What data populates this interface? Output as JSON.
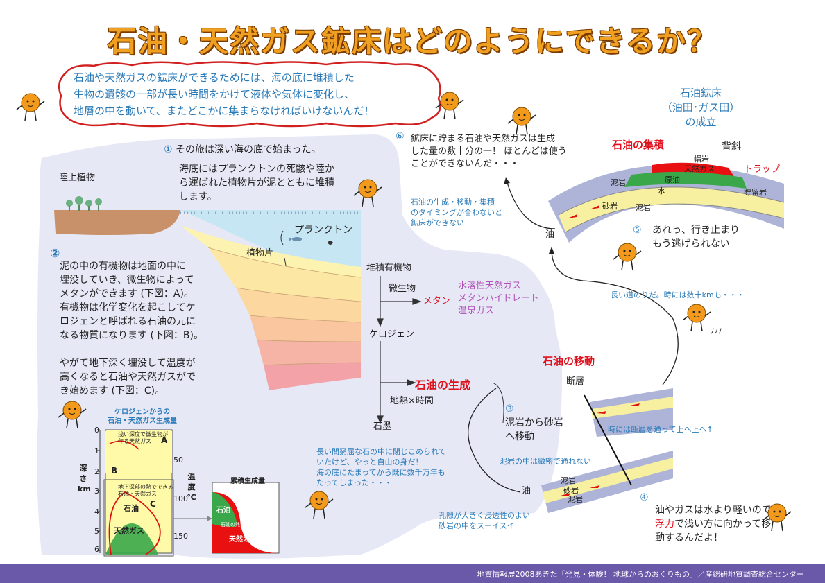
{
  "title": "石油・天然ガス鉱床はどのようにできるか？",
  "intro": "石油や天然ガスの鉱床ができるためには、海の底に堆積した\n生物の遺骸の一部が長い時間をかけて液体や気体に変化し、\n地層の中を動いて、またどこかに集まらなければいけないんだ！",
  "steps": {
    "s1_num": "①",
    "s1_title": "その旅は深い海の底で始まった。",
    "s1_body": "海底にはプランクトンの死骸や陸か\nら運ばれた植物片が泥とともに堆積\nします。",
    "s2_num": "②",
    "s2_body": "泥の中の有機物は地面の中に\n埋没していき、微生物によって\nメタンができます (下図：A)。\n有機物は化学変化を起こしてケ\nロジェンと呼ばれる石油の元に\nなる物質になります (下図：B)。\n\nやがて地下深く埋没して温度が\n高くなると石油や天然ガスがで\nき始めます (下図：C)。",
    "s3_num": "③",
    "s3_body": "泥岩から砂岩\nへ移動",
    "s4_num": "④",
    "s4_body_1": "油やガスは水より軽いので",
    "s4_body_2a": "浮力",
    "s4_body_2b": "で浅い方に向かって移",
    "s4_body_3": "動するんだよ！",
    "s5_num": "⑤",
    "s5_body": "あれっ、行き止まり\nもう逃げられない",
    "s6_num": "⑥",
    "s6_body": "鉱床に貯まる石油や天然ガスは生成\nした量の数十分の一！ ほとんどは使う\nことができないんだ・・・"
  },
  "labels": {
    "land_plant": "陸上植物",
    "plankton": "プランクトン",
    "plant_piece": "植物片",
    "organic": "堆積有機物",
    "microbe": "微生物",
    "methane": "メタン",
    "gas_types": "水溶性天然ガス\nメタンハイドレート\n温泉ガス",
    "kerogen": "ケロジェン",
    "oil_gen": "石油の生成",
    "heat_time": "地熱×時間",
    "graphite": "石墨",
    "free_note": "長い間窮屈な石の中に閉じこめられて\nいたけど、やっと自由の身だ！\n海の底にたまってから既に数千万年も\nたってしまった・・・",
    "porous_note": "孔隙が大きく浸透性のよい\n砂岩の中をスーイスイ",
    "mud_note": "泥岩の中は緻密で通れない",
    "fault_note": "時には断層を通って上へ上へ↑",
    "fault": "断層",
    "migration": "石油の移動",
    "long_road": "長い道のりだ。時には数十kmも・・・",
    "timing_note": "石油の生成・移動・集積\nのタイミングが合わないと\n鉱床ができない",
    "oil_field_title": "石油鉱床\n（油田･ガス田）\nの成立",
    "accumulation": "石油の集積",
    "anticline": "背斜",
    "cap_rock": "帽岩",
    "natural_gas": "天然ガス",
    "trap": "トラップ",
    "crude_oil": "原油",
    "water": "水",
    "mudstone": "泥岩",
    "sandstone": "砂岩",
    "reservoir": "貯留岩",
    "oil": "油",
    "walking_sound": "ﾉﾉﾉ"
  },
  "graph": {
    "title": "ケロジェンからの\n石油・天然ガス生成量",
    "depth_label": "深\nさ\nkm",
    "temp_label": "温\n度\n℃",
    "depth_ticks": [
      "0",
      "1",
      "2",
      "3",
      "4",
      "5",
      "6"
    ],
    "temp_ticks": [
      "50",
      "100",
      "150"
    ],
    "zone_a_text": "浅い深度で微生物が\n作る天然ガス",
    "zone_a": "A",
    "zone_b": "B",
    "zone_c_text": "地下深部の熱でできる\n石油・天然ガス",
    "zone_c": "C",
    "oil": "石油",
    "gas": "天然ガス",
    "cum_title": "累積生成量",
    "cum_oil": "石油",
    "cum_decomp": "石油の熱分解",
    "cum_gas": "天然ガス"
  },
  "footer": "地質情報展2008あきた「発見・体験！ 地球からのおくりもの」／産総研地質調査総合センター",
  "colors": {
    "title": "#f0a020",
    "accent_red": "#e0101c",
    "text_blue": "#2a7ab8",
    "purple": "#b050b8",
    "panel": "#e6e8f6",
    "footer": "#6a58a8"
  }
}
